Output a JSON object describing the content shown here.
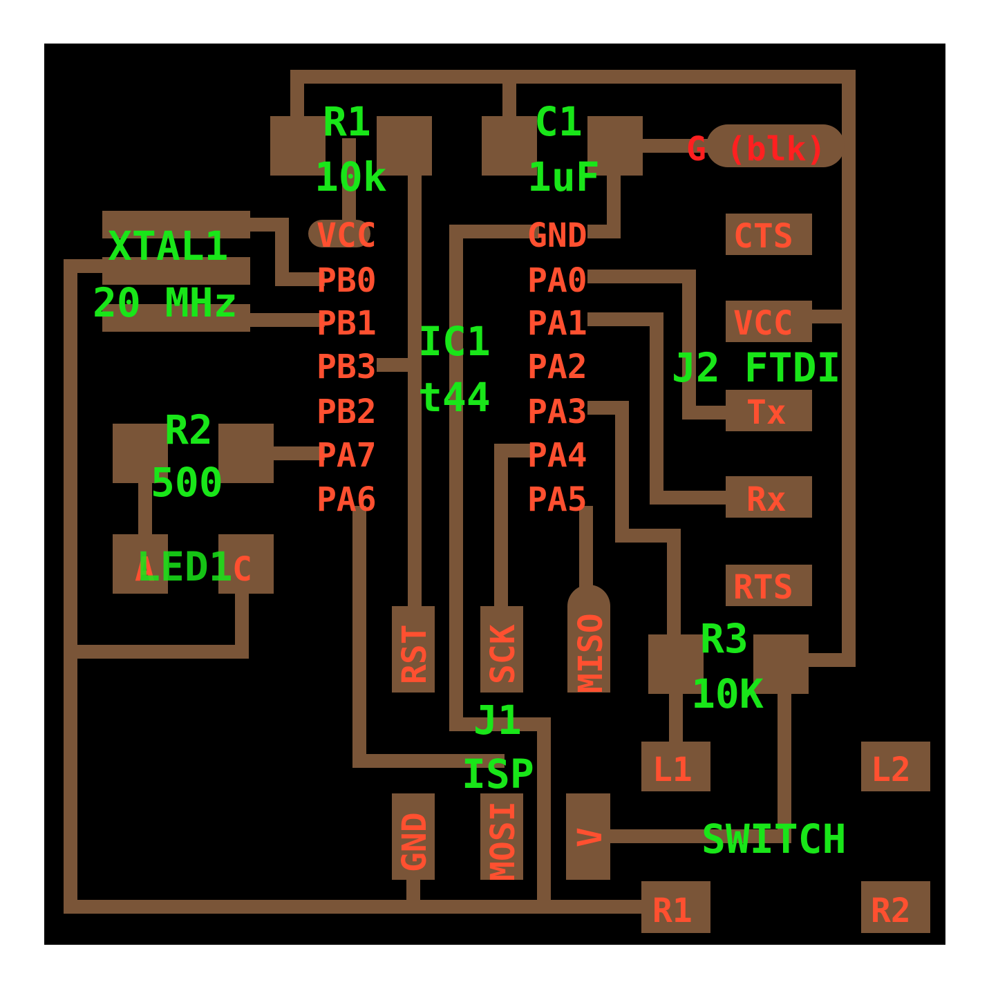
{
  "colors": {
    "board": "#000000",
    "copper": "#7a5538",
    "pin_label": "#ff5030",
    "part_label": "#19e619",
    "wire_label": "#ff2020"
  },
  "parts": {
    "r1": "R1",
    "r1_val": "10k",
    "c1": "C1",
    "c1_val": "1uF",
    "xtal": "XTAL1",
    "xtal_val": "20 MHz",
    "ic": "IC1",
    "ic_val": "t44",
    "r2": "R2",
    "r2_val": "500",
    "led": "LED1",
    "j2": "J2 FTDI",
    "r3": "R3",
    "r3_val": "10K",
    "j1": "J1",
    "j1_val": "ISP",
    "switch": "SWITCH"
  },
  "pins": {
    "vcc": "VCC",
    "pb0": "PB0",
    "pb1": "PB1",
    "pb3": "PB3",
    "pb2": "PB2",
    "pa7": "PA7",
    "pa6": "PA6",
    "gnd": "GND",
    "pa0": "PA0",
    "pa1": "PA1",
    "pa2": "PA2",
    "pa3": "PA3",
    "pa4": "PA4",
    "pa5": "PA5",
    "cts": "CTS",
    "ftdi_vcc": "VCC",
    "tx": "Tx",
    "rx": "Rx",
    "rts": "RTS",
    "led_a": "A",
    "led_c": "C",
    "rst": "RST",
    "sck": "SCK",
    "miso": "MISO",
    "isp_gnd": "GND",
    "mosi": "MOSI",
    "v": "V",
    "l1": "L1",
    "l2": "L2",
    "sw_r1": "R1",
    "sw_r2": "R2"
  },
  "wire_label": "G (blk)"
}
